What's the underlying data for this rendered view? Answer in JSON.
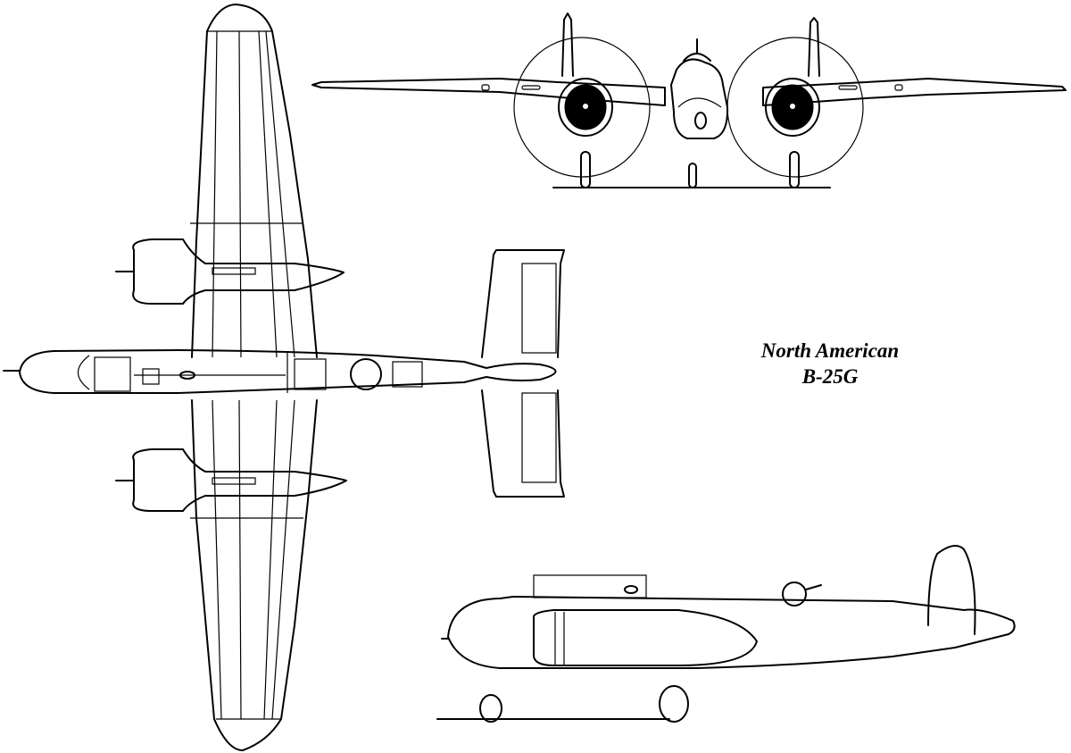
{
  "title": {
    "manufacturer": "North American",
    "model": "B-25G"
  },
  "views": [
    {
      "name": "front-view",
      "label": ""
    },
    {
      "name": "top-view",
      "label": ""
    },
    {
      "name": "side-view",
      "label": ""
    }
  ],
  "colors": {
    "line": "#000000",
    "background": "#ffffff"
  }
}
